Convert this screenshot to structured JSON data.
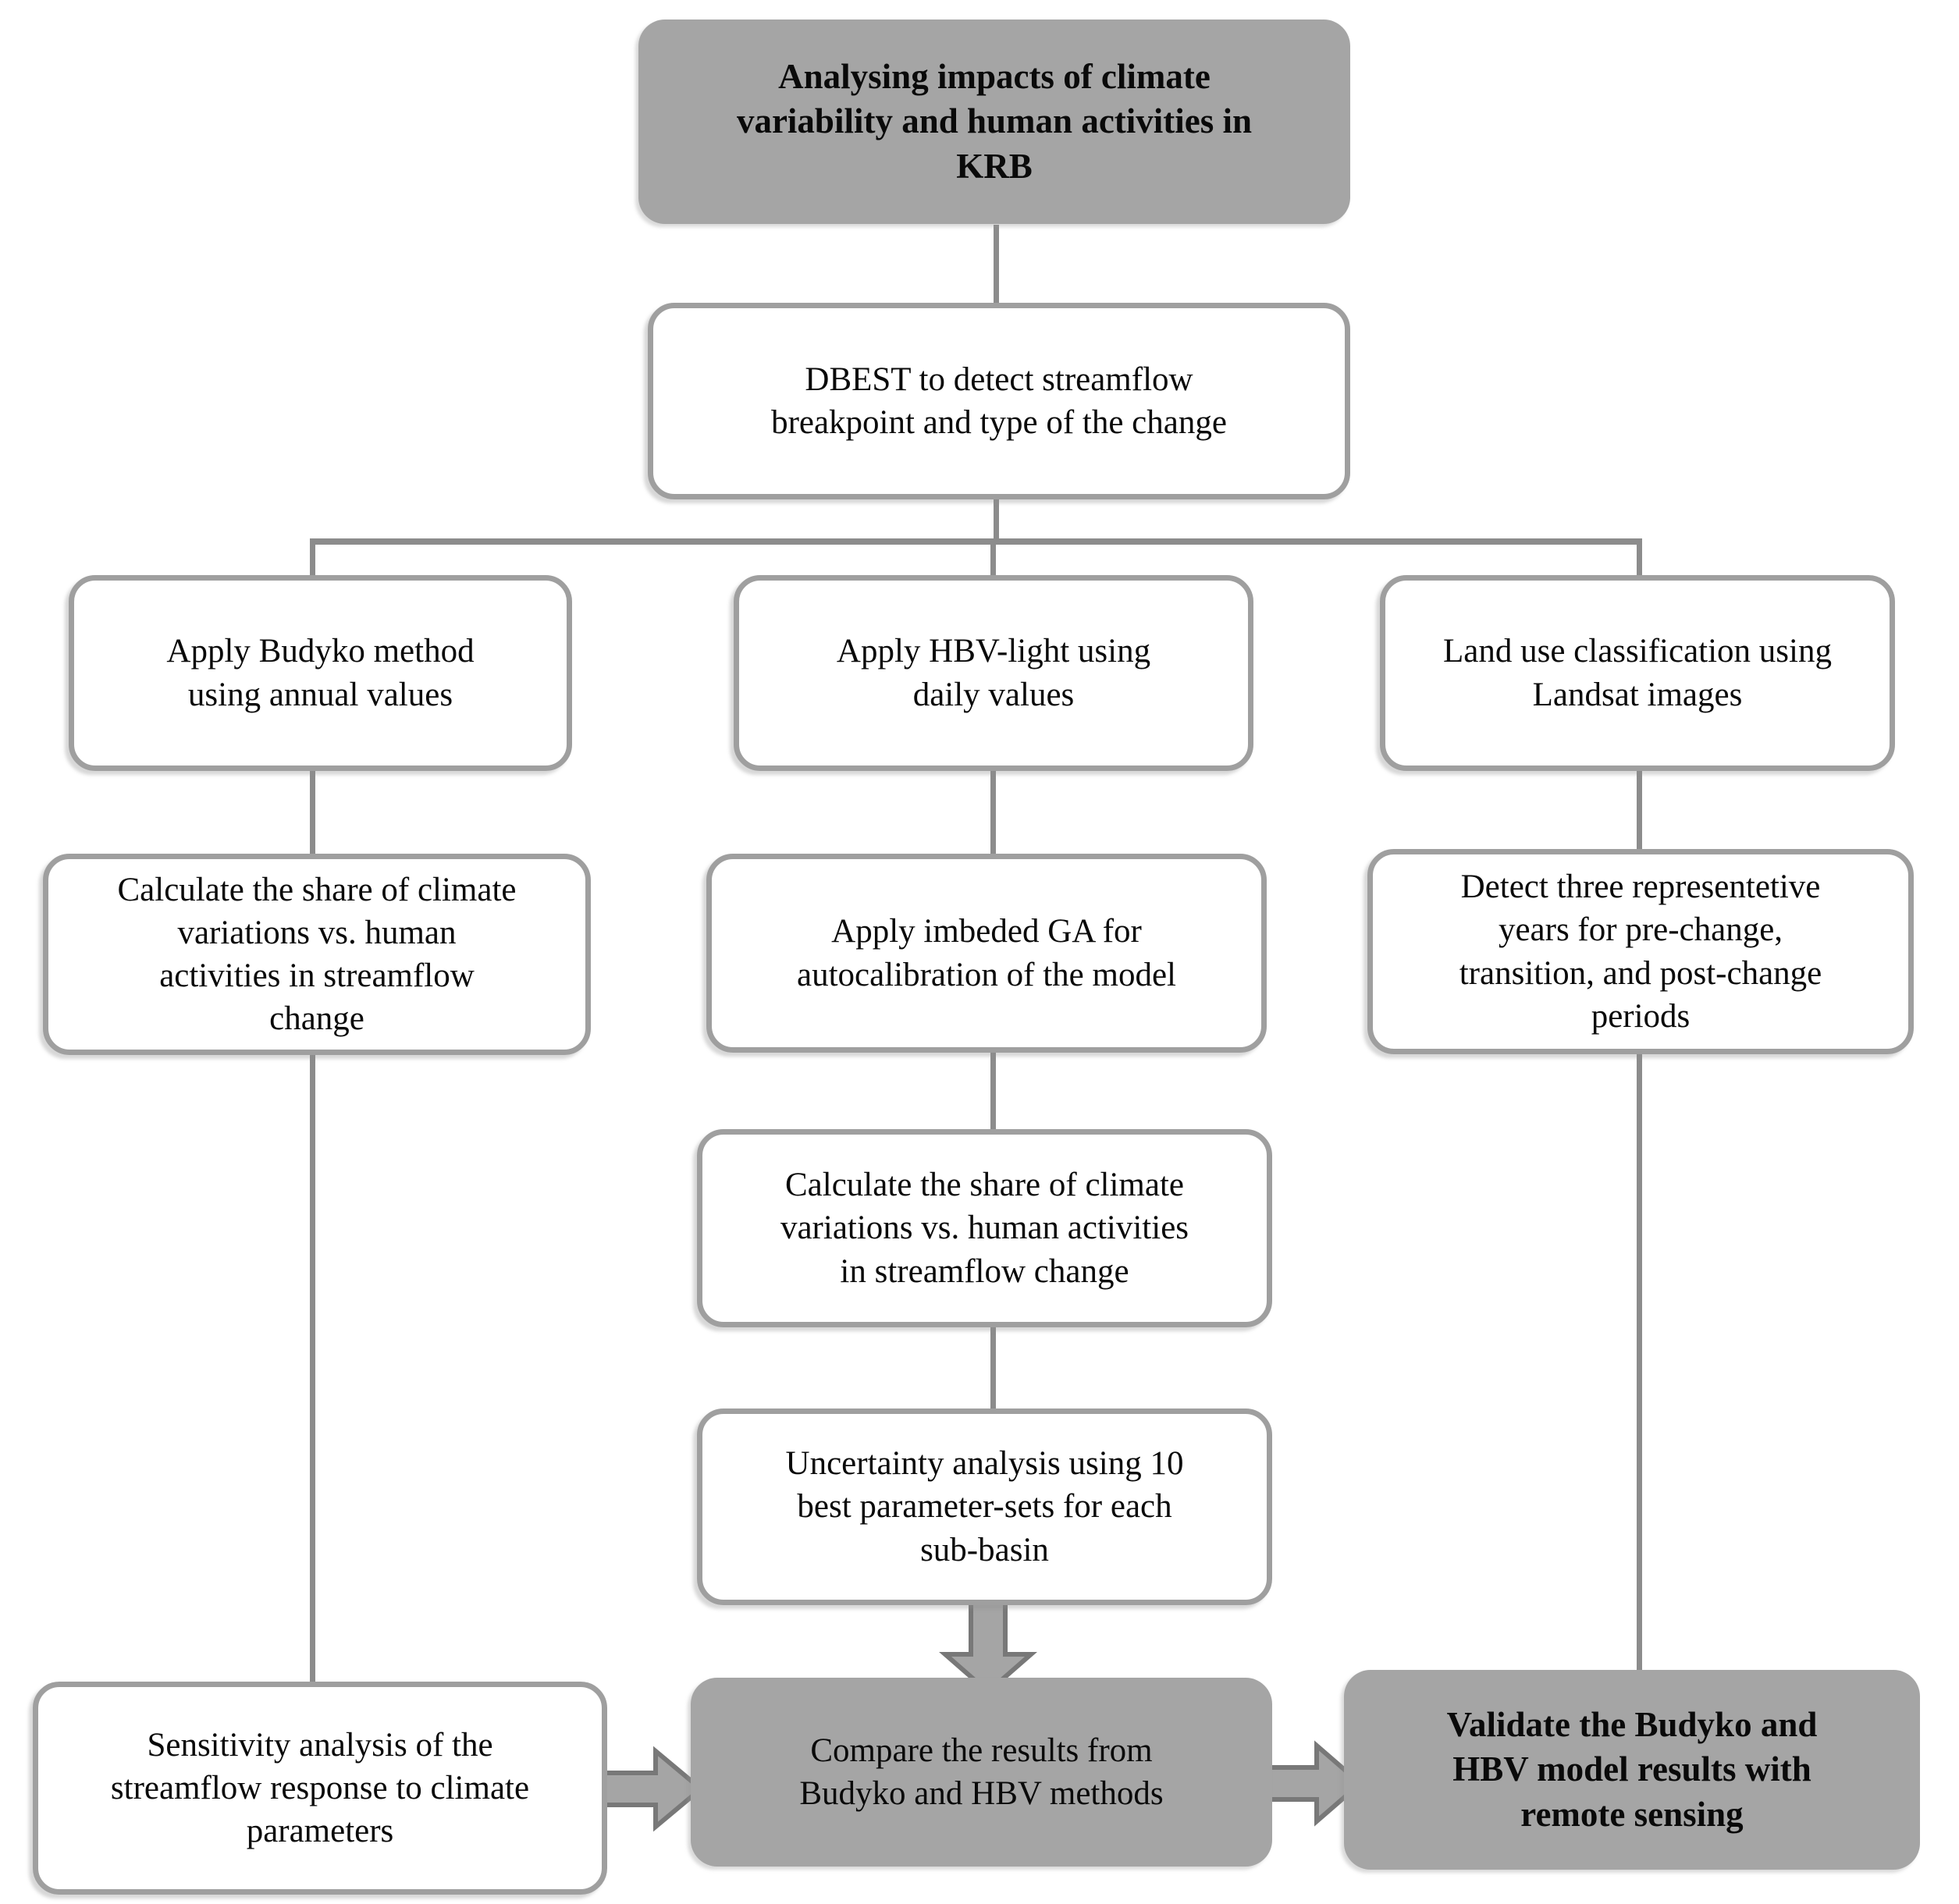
{
  "diagram": {
    "title": "Analysing impacts of climate variability and human activities in KRB",
    "colors": {
      "box_gray": "#a5a5a5",
      "box_white": "#ffffff",
      "box_border": "#9f9f9f",
      "line": "#8c8c8c",
      "arrow_fill": "#a5a5a5",
      "arrow_stroke": "#787878",
      "text": "#0a0a0a"
    },
    "nodes": {
      "title": {
        "lines": [
          "Analysing impacts of climate",
          "variability and human activities in",
          "KRB"
        ]
      },
      "dbest": {
        "lines": [
          "DBEST to detect streamflow",
          "breakpoint and type of the change"
        ]
      },
      "budyko": {
        "lines": [
          "Apply Budyko method",
          "using annual values"
        ]
      },
      "hbv": {
        "lines": [
          "Apply HBV-light using",
          "daily values"
        ]
      },
      "landuse": {
        "lines": [
          "Land use classification using",
          "Landsat images"
        ]
      },
      "share_budyko": {
        "lines": [
          "Calculate the share of climate",
          "variations vs. human",
          "activities in streamflow",
          "change"
        ]
      },
      "ga": {
        "lines": [
          "Apply imbeded GA for",
          "autocalibration of the model"
        ]
      },
      "detect_years": {
        "lines": [
          "Detect three representetive",
          "years for pre-change,",
          "transition, and post-change",
          "periods"
        ]
      },
      "share_hbv": {
        "lines": [
          "Calculate the share of climate",
          "variations vs. human activities",
          "in streamflow change"
        ]
      },
      "uncertainty": {
        "lines": [
          "Uncertainty analysis using 10",
          "best parameter-sets for each",
          "sub-basin"
        ]
      },
      "sensitivity": {
        "lines": [
          "Sensitivity analysis of the",
          "streamflow response to climate",
          "parameters"
        ]
      },
      "compare": {
        "lines": [
          "Compare the results from",
          "Budyko and HBV methods"
        ]
      },
      "validate": {
        "lines": [
          "Validate the Budyko and",
          "HBV model results with",
          "remote sensing"
        ]
      }
    }
  }
}
